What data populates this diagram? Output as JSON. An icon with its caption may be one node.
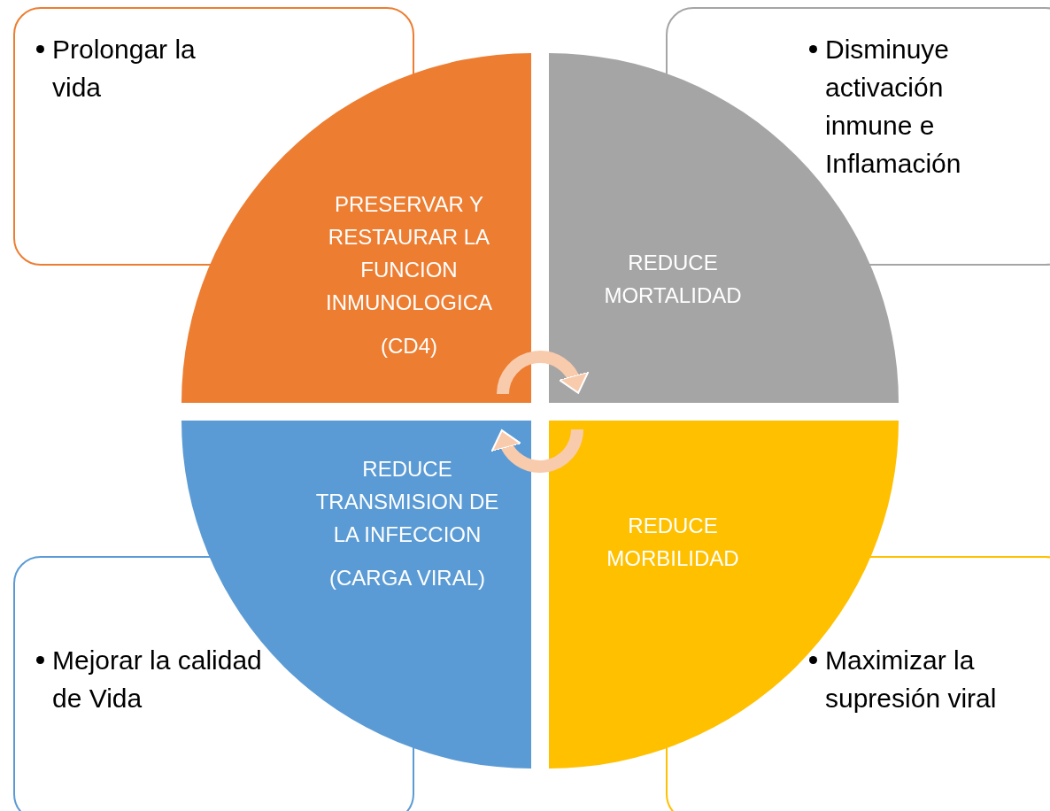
{
  "diagram": {
    "nodes": [
      {
        "text": [
          "Prolongar la vida"
        ]
      },
      {
        "text": [
          "PRESERVAR Y RESTAURAR LA FUNCION INMUNOLOGICA",
          "(CD4)"
        ]
      },
      {
        "text": [
          "REDUCE MORTALIDAD"
        ]
      },
      {
        "text": [
          "Disminuye activación inmune e Inflamación"
        ]
      },
      {
        "text": [
          "Mejorar la calidad de Vida"
        ]
      },
      {
        "text": [
          "REDUCE TRANSMISION DE LA INFECCION",
          "(CARGA VIRAL)"
        ]
      },
      {
        "text": [
          "REDUCE MORBILIDAD"
        ]
      },
      {
        "text": [
          "Maximizar la supresión viral"
        ]
      }
    ],
    "edges": [
      {
        "from": 1,
        "to": 2,
        "arrow": "to"
      },
      {
        "from": 6,
        "to": 5,
        "arrow": "to"
      }
    ]
  }
}
